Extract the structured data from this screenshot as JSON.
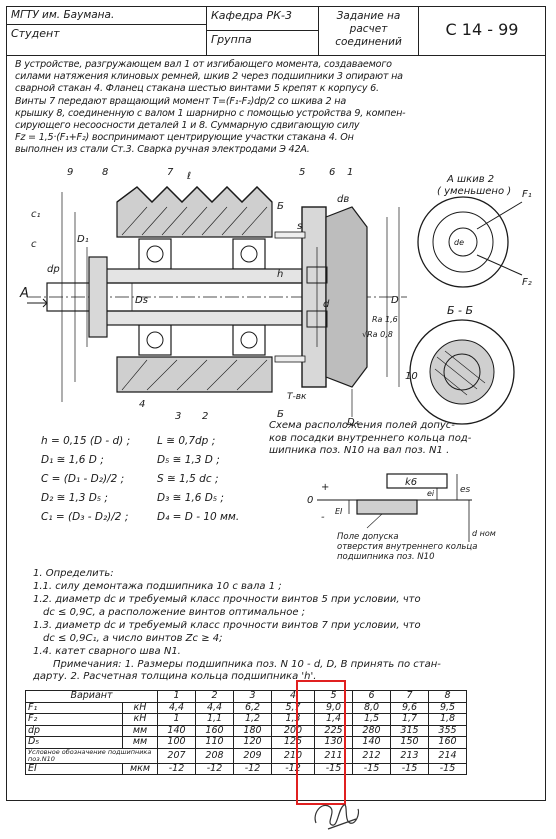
{
  "header": {
    "university": "МГТУ им. Баумана.",
    "department": "Кафедра РК-3",
    "task_title": "Задание на расчет соединений",
    "code": "С 14 - 99",
    "student": "Студент",
    "group": "Группа"
  },
  "intro_lines": [
    "В устройстве, разгружающем вал 1 от изгибающего момента, создаваемого",
    "силами натяжения клиновых ремней, шкив 2 через подшипники 3 опирают на",
    "сварной стакан 4. Фланец стакана шестью винтами 5 крепят к корпусу 6.",
    "Винты 7 передают вращающий момент T=(F₁-F₂)dp/2 со шкива 2 на",
    "крышку 8, соединенную с валом 1 шарнирно с помощью устройства 9, компен-",
    "сирующего несоосности деталей 1 и 8. Суммарную сдвигающую силу",
    "Fz = 1,5·(F₁+F₂) воспринимают центрирующие участки стакана 4. Он",
    "выполнен из стали Ст.3. Сварка ручная электродами Э 42А."
  ],
  "drawing_labels": {
    "view_a_title": "А шкив 2",
    "view_a_sub": "( уменьшено )",
    "section_label": "Б - Б",
    "arrow_a": "А",
    "b1": "Б",
    "b2": "Б",
    "torque": "Т-вк",
    "dr": "dв",
    "f1": "F₁",
    "f2": "F₂",
    "de": "de",
    "dp": "dp",
    "dn": "d",
    "ds": "Ds",
    "d_big": "D",
    "d1": "D₁",
    "c1": "c₁",
    "c": "c",
    "ell": "ℓ",
    "h": "h",
    "s": "s",
    "d4": "D₄",
    "ra": "Ra 1,6",
    "ra2": "√Ra 0,8",
    "n1": "1",
    "n2": "2",
    "n3": "3",
    "n4": "4",
    "n5": "5",
    "n6": "6",
    "n7": "7",
    "n8": "8",
    "n9": "9",
    "n10": "10"
  },
  "formulas": [
    {
      "left": "h = 0,15 (D - d) ;",
      "right": "L ≅ 0,7dp ;"
    },
    {
      "left": "D₁ ≅ 1,6 D ;",
      "right": "D₅ ≅ 1,3 D ;"
    },
    {
      "left": "C = (D₁ - D₂)/2 ;",
      "right": "S ≅ 1,5 dc ;"
    },
    {
      "left": "D₂ ≅ 1,3 D₅ ;",
      "right": "D₃ ≅ 1,6 D₅ ;"
    },
    {
      "left": "C₁ = (D₃ - D₂)/2 ;",
      "right": "D₄ = D - 10 мм."
    }
  ],
  "scheme": {
    "title_lines": [
      "Схема расположения полей допус-",
      "ков посадки внутреннего кольца под-",
      "шипника поз. N10 на вал поз. N1 ."
    ],
    "k6": "k6",
    "es": "es",
    "ei": "ei",
    "ei_cap": "EI",
    "dnom": "d ном",
    "zero": "0",
    "plus": "+",
    "minus": "-",
    "note_lines": [
      "Поле допуска",
      "отверстия внутреннего кольца",
      "подшипника поз. N10"
    ]
  },
  "tasks": [
    "1. Определить:",
    "1.1. силу демонтажа подшипника 10 с вала 1 ;",
    "1.2. диаметр dc и требуемый класс прочности винтов 5 при условии, что",
    "dc ≤ 0,9С, а расположение винтов оптимальное ;",
    "1.3. диаметр dc и требуемый класс прочности винтов 7 при условии, что",
    "dc ≤ 0,9C₁, а число винтов Zc ≥ 4;",
    "1.4. катет сварного шва N1."
  ],
  "notes": [
    "Примечания: 1. Размеры подшипника поз. N 10 - d, D, B принять по стан-",
    "дарту. 2. Расчетная толщина кольца подшипника 'h'."
  ],
  "table": {
    "head_label": "Вариант",
    "variants": [
      "1",
      "2",
      "3",
      "4",
      "5",
      "6",
      "7",
      "8"
    ],
    "rows": [
      {
        "label": "F₁",
        "unit": "кН",
        "values": [
          "4,4",
          "4,4",
          "6,2",
          "5,7",
          "9,0",
          "8,0",
          "9,6",
          "9,5"
        ]
      },
      {
        "label": "F₂",
        "unit": "кН",
        "values": [
          "1",
          "1,1",
          "1,2",
          "1,3",
          "1,4",
          "1,5",
          "1,7",
          "1,8"
        ]
      },
      {
        "label": "dp",
        "unit": "мм",
        "values": [
          "140",
          "160",
          "180",
          "200",
          "225",
          "280",
          "315",
          "355"
        ]
      },
      {
        "label": "D₅",
        "unit": "мм",
        "values": [
          "100",
          "110",
          "120",
          "125",
          "130",
          "140",
          "150",
          "160"
        ]
      },
      {
        "label": "Условное обозначение подшипника поз.N10",
        "unit": "",
        "values": [
          "207",
          "208",
          "209",
          "210",
          "211",
          "212",
          "213",
          "214"
        ]
      },
      {
        "label": "EI",
        "unit": "мкм",
        "values": [
          "-12",
          "-12",
          "-12",
          "-12",
          "-15",
          "-15",
          "-15",
          "-15"
        ]
      }
    ]
  },
  "colors": {
    "highlight": "#e02020",
    "ink": "#1a1a1a"
  }
}
